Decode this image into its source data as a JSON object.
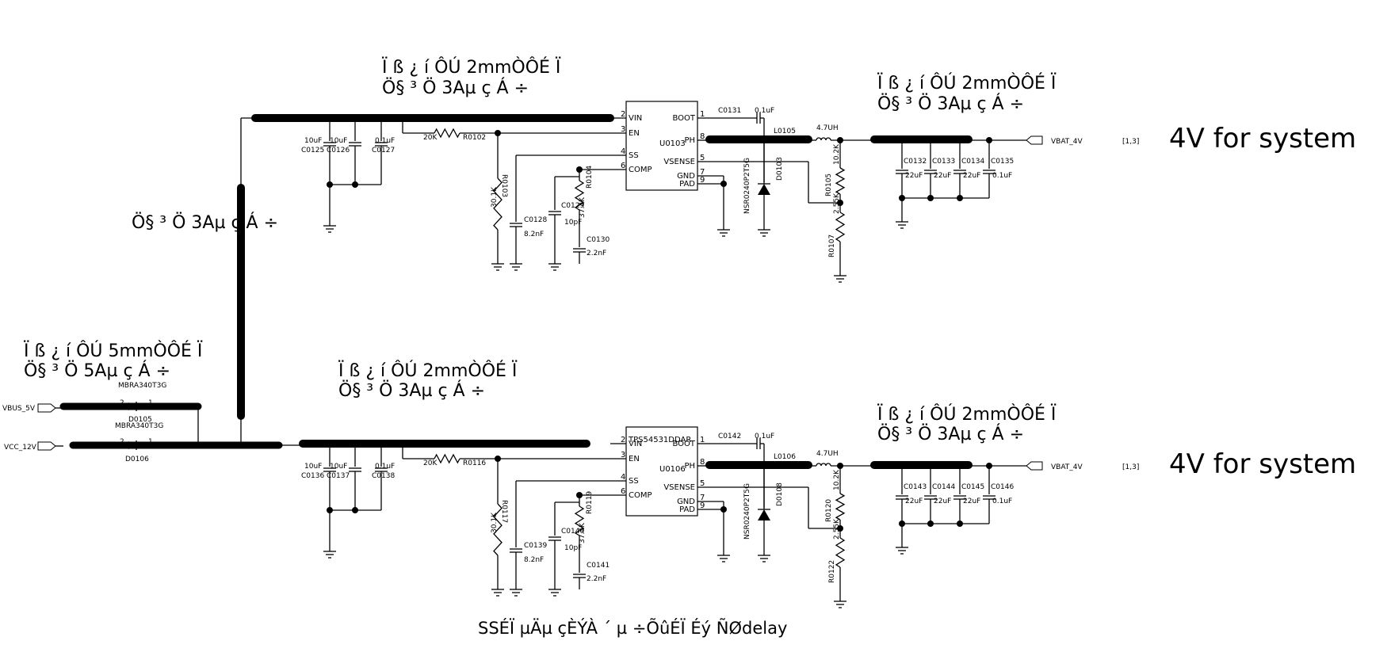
{
  "notes": {
    "top_left_1": "Ï ß ¿ í ÔÚ 2mmÒÔÉ Ï",
    "top_left_2": "Ö§ ³ Ö 3Aµ ç Á ÷",
    "top_right_1": "Ï ß ¿ í ÔÚ 2mmÒÔÉ Ï",
    "top_right_2": "Ö§ ³ Ö 3Aµ ç Á ÷",
    "vertical_bus": "Ö§ ³ Ö 3Aµ ç Á ÷",
    "input_1": "Ï ß ¿ í ÔÚ 5mmÒÔÉ Ï",
    "input_2": "Ö§ ³ Ö 5Aµ ç Á ÷",
    "bottom_left_1": "Ï ß ¿ í ÔÚ 2mmÒÔÉ Ï",
    "bottom_left_2": "Ö§ ³ Ö 3Aµ ç Á ÷",
    "bottom_right_1": "Ï ß ¿ í ÔÚ 2mmÒÔÉ Ï",
    "bottom_right_2": "Ö§ ³ Ö 3Aµ ç Á ÷",
    "footer": "SSÉÏ µÄµ çÈÝÀ ´ µ ÷ÕûÉÏ Éý ÑØdelay"
  },
  "inputs": {
    "vbus": "VBUS_5V",
    "vcc": "VCC_12V",
    "d105_part": "MBRA340T3G",
    "d105_ref": "D0105",
    "d106_part": "MBRA340T3G",
    "d106_ref": "D0106"
  },
  "top": {
    "caps_in": [
      {
        "val": "10uF",
        "ref": "C0125"
      },
      {
        "val": "10uF",
        "ref": "C0126"
      },
      {
        "val": "0.1uF",
        "ref": "C0127"
      }
    ],
    "r_en_val": "20K",
    "r_en_ref": "R0102",
    "r_ss_ref": "R0103",
    "r_ss_val": "30.1K",
    "c_ss_ref": "C0128",
    "c_ss_val": "8.2nF",
    "c_comp_ref": "C0129",
    "c_comp_val": "10pF",
    "r_comp_ref": "R0104",
    "r_comp_val": "37.4K",
    "c_comp2_ref": "C0130",
    "c_comp2_val": "2.2nF",
    "ic_ref": "U0103",
    "ic_part": "",
    "pins_left": [
      {
        "n": "2",
        "name": "VIN"
      },
      {
        "n": "3",
        "name": "EN"
      },
      {
        "n": "4",
        "name": "SS"
      },
      {
        "n": "6",
        "name": "COMP"
      }
    ],
    "pins_right": [
      {
        "n": "1",
        "name": "BOOT"
      },
      {
        "n": "8",
        "name": "PH"
      },
      {
        "n": "5",
        "name": "VSENSE"
      },
      {
        "n": "7",
        "name": "GND"
      },
      {
        "n": "9",
        "name": "PAD"
      }
    ],
    "c_boot_ref": "C0131",
    "c_boot_val": "0.1uF",
    "l_ref": "L0105",
    "l_val": "4.7UH",
    "d_ref": "D0103",
    "d_part": "NSR0240P2T5G",
    "r_fb1_ref": "R0105",
    "r_fb1_val": "10.2K",
    "r_fb2_ref": "R0107",
    "r_fb2_val": "2.55K",
    "caps_out": [
      {
        "ref": "C0132",
        "val": "22uF"
      },
      {
        "ref": "C0133",
        "val": "22uF"
      },
      {
        "ref": "C0134",
        "val": "22uF"
      },
      {
        "ref": "C0135",
        "val": "0.1uF"
      }
    ],
    "net_out": "VBAT_4V",
    "page_ref": "[1,3]",
    "label": "4V for system"
  },
  "bottom": {
    "caps_in": [
      {
        "val": "10uF",
        "ref": "C0136"
      },
      {
        "val": "10uF",
        "ref": "C0137"
      },
      {
        "val": "0.1uF",
        "ref": "C0138"
      }
    ],
    "r_en_val": "20K",
    "r_en_ref": "R0116",
    "r_ss_ref": "R0117",
    "r_ss_val": "30.1K",
    "c_ss_ref": "C0139",
    "c_ss_val": "8.2nF",
    "c_comp_ref": "C0140",
    "c_comp_val": "10pF",
    "r_comp_ref": "R0119",
    "r_comp_val": "37.4K",
    "c_comp2_ref": "C0141",
    "c_comp2_val": "2.2nF",
    "ic_ref": "U0106",
    "ic_part": "TPS54531DDAR",
    "pins_left": [
      {
        "n": "2",
        "name": "VIN"
      },
      {
        "n": "3",
        "name": "EN"
      },
      {
        "n": "4",
        "name": "SS"
      },
      {
        "n": "6",
        "name": "COMP"
      }
    ],
    "pins_right": [
      {
        "n": "1",
        "name": "BOOT"
      },
      {
        "n": "8",
        "name": "PH"
      },
      {
        "n": "5",
        "name": "VSENSE"
      },
      {
        "n": "7",
        "name": "GND"
      },
      {
        "n": "9",
        "name": "PAD"
      }
    ],
    "c_boot_ref": "C0142",
    "c_boot_val": "0.1uF",
    "l_ref": "L0106",
    "l_val": "4.7UH",
    "d_ref": "D0108",
    "d_part": "NSR0240P2T5G",
    "r_fb1_ref": "R0120",
    "r_fb1_val": "10.2K",
    "r_fb2_ref": "R0122",
    "r_fb2_val": "2.55K",
    "caps_out": [
      {
        "ref": "C0143",
        "val": "22uF"
      },
      {
        "ref": "C0144",
        "val": "22uF"
      },
      {
        "ref": "C0145",
        "val": "22uF"
      },
      {
        "ref": "C0146",
        "val": "0.1uF"
      }
    ],
    "net_out": "VBAT_4V",
    "page_ref": "[1,3]",
    "label": "4V for system"
  }
}
